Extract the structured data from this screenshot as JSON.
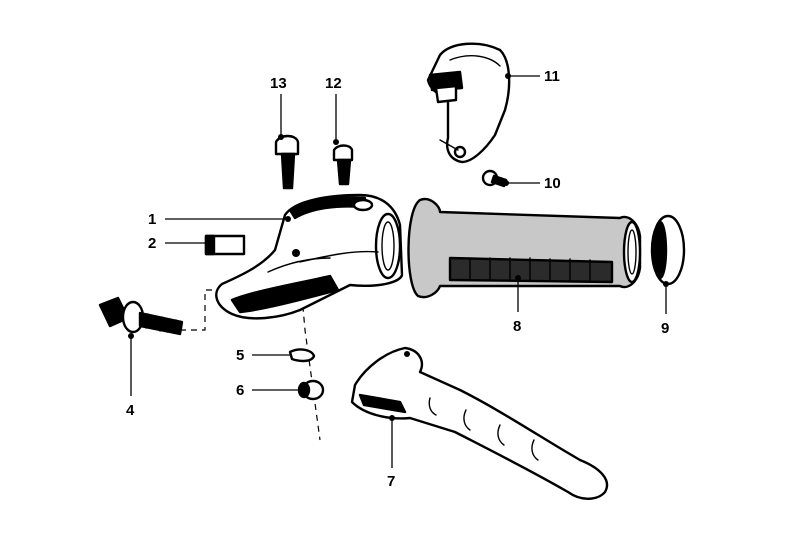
{
  "diagram": {
    "callouts": [
      {
        "id": "1",
        "label": "1"
      },
      {
        "id": "2",
        "label": "2"
      },
      {
        "id": "3",
        "label": "4"
      },
      {
        "id": "4",
        "label": "5"
      },
      {
        "id": "5",
        "label": "6"
      },
      {
        "id": "6",
        "label": "7"
      },
      {
        "id": "7",
        "label": "8"
      },
      {
        "id": "8",
        "label": "9"
      },
      {
        "id": "9",
        "label": "10"
      },
      {
        "id": "10",
        "label": "11"
      },
      {
        "id": "11",
        "label": "12"
      },
      {
        "id": "12",
        "label": "13"
      }
    ]
  }
}
